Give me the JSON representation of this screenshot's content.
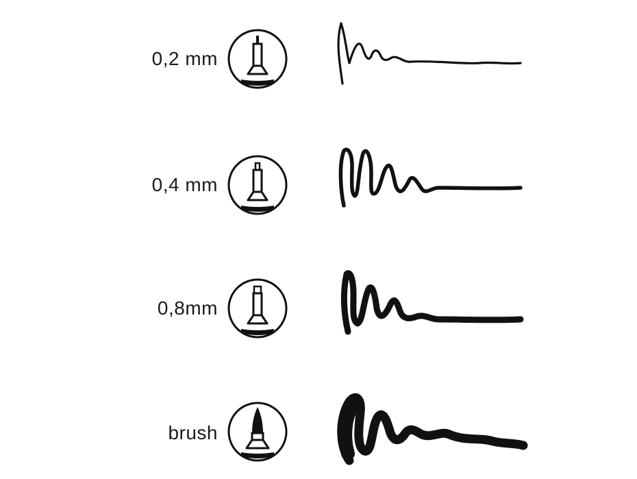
{
  "pens": [
    {
      "label": "0,2 mm",
      "tip_icon": "fineliner-0-2-icon",
      "stroke_sample": "thin-ink-squiggle"
    },
    {
      "label": "0,4 mm",
      "tip_icon": "fineliner-0-4-icon",
      "stroke_sample": "medium-ink-squiggle"
    },
    {
      "label": "0,8mm",
      "tip_icon": "fineliner-0-8-icon",
      "stroke_sample": "thick-ink-squiggle"
    },
    {
      "label": "brush",
      "tip_icon": "brush-pen-icon",
      "stroke_sample": "brush-ink-squiggle"
    }
  ],
  "colors": {
    "ink": "#111111",
    "background": "#ffffff"
  }
}
